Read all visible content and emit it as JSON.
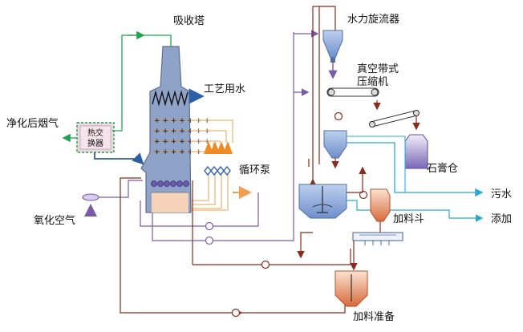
{
  "labels": {
    "absorber": "吸收塔",
    "process_water": "工艺用水",
    "clean_flue_gas": "净化后烟气",
    "heat_exchanger_l1": "热交",
    "heat_exchanger_l2": "换器",
    "circulation_pump": "循环泵",
    "oxidation_air": "氧化空气",
    "hydrocyclone": "水力旋流器",
    "vacuum_belt_l1": "真空带式",
    "vacuum_belt_l2": "压缩机",
    "gypsum_silo": "石膏仓",
    "wastewater": "污水",
    "additive": "添加",
    "feed_hopper": "加料斗",
    "feed_prep": "加料准备"
  },
  "colors": {
    "tower": "#8ea3c7",
    "slurry": "#f6d3b8",
    "spray_arrow": "#f08a24",
    "pipe_brown": "#8a2b1c",
    "pipe_purple": "#7a5ba6",
    "pipe_cyan": "#29a9d9",
    "pipe_green": "#1aa64b",
    "pipe_blue": "#2d5fa8",
    "pipe_orange": "#f0a050"
  }
}
